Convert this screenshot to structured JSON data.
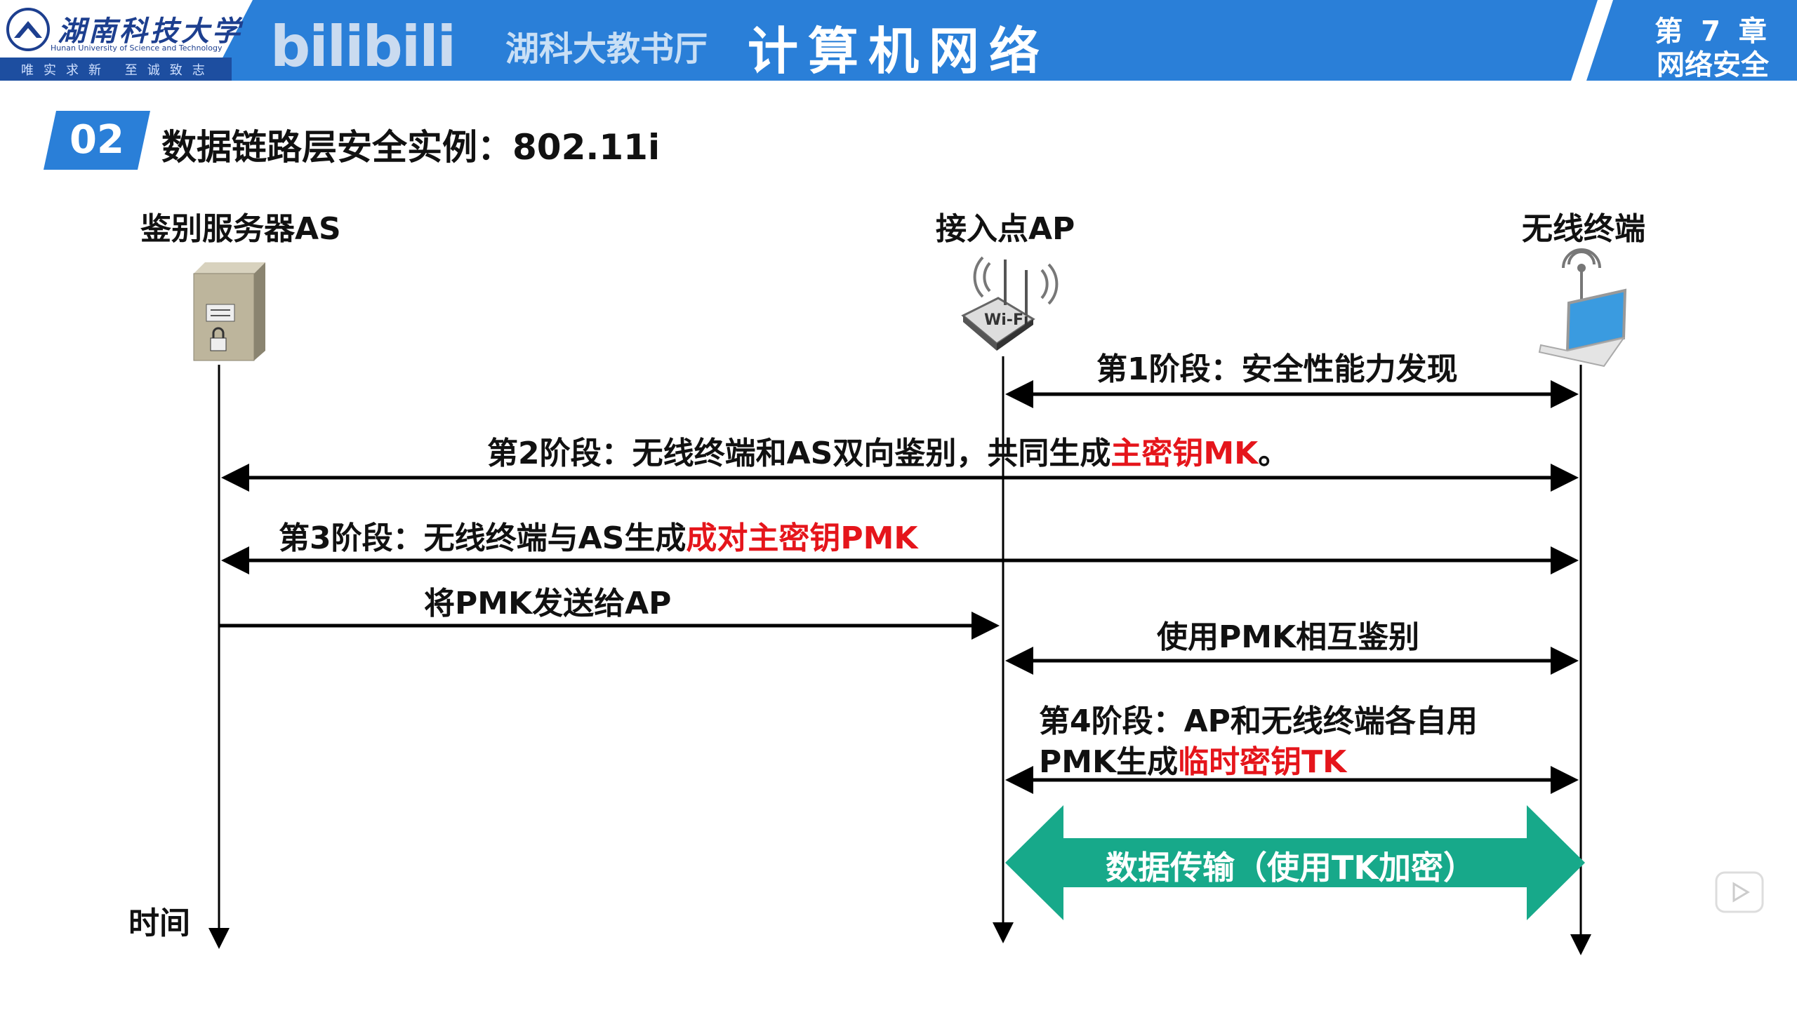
{
  "header": {
    "university_cn": "湖南科技大学",
    "university_en": "Hunan University of Science and Technology",
    "motto": "唯实求新 至诚致志",
    "watermark": "湖科大教书厅",
    "bilibili_logo": "bilibili",
    "course_title": "计算机网络",
    "chapter": "第 7 章",
    "chapter_title": "网络安全"
  },
  "section": {
    "number": "02",
    "title": "数据链路层安全实例：802.11i"
  },
  "entities": {
    "as": "鉴别服务器AS",
    "ap": "接入点AP",
    "terminal": "无线终端",
    "time_label": "时间"
  },
  "messages": {
    "stage1": "第1阶段：安全性能力发现",
    "stage2_prefix": "第2阶段：无线终端和AS双向鉴别，共同生成",
    "stage2_key": "主密钥MK",
    "stage2_suffix": "。",
    "stage3_prefix": "第3阶段：无线终端与AS生成",
    "stage3_key": "成对主密钥PMK",
    "send_pmk": "将PMK发送给AP",
    "mutual_auth": "使用PMK相互鉴别",
    "stage4_line1": "第4阶段：AP和无线终端各自用",
    "stage4_line2_prefix": "PMK生成",
    "stage4_key": "临时密钥TK",
    "data_transfer": "数据传输（使用TK加密）"
  },
  "colors": {
    "header_blue": "#2a7fd8",
    "key_red": "#e5151b",
    "transfer_green": "#17a98a"
  }
}
